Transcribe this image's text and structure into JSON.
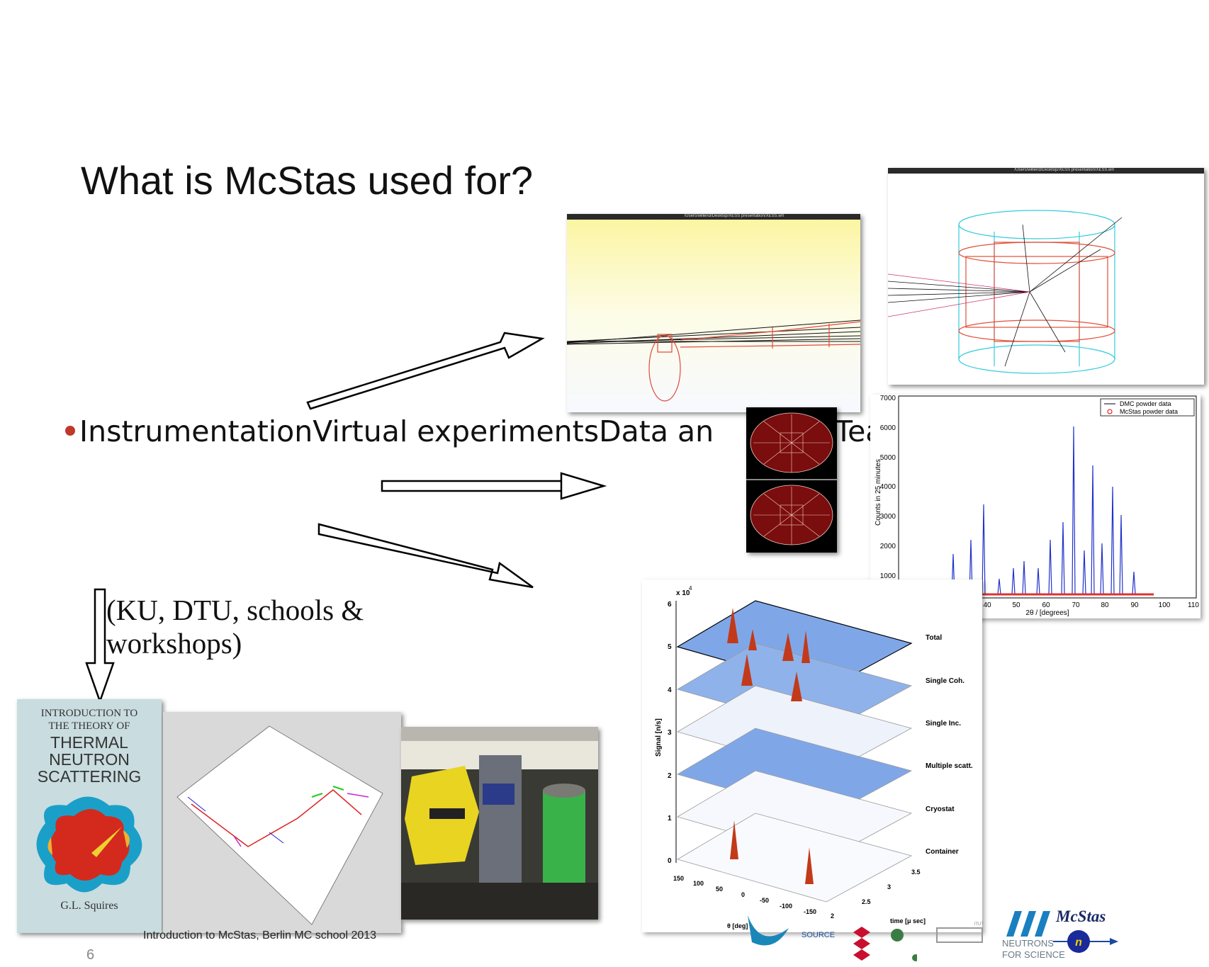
{
  "slide": {
    "title": "What is McStas used for?",
    "bullet": "InstrumentationVirtual experimentsData an",
    "bullet_tail": "Tea",
    "courses_line1": "(KU, DTU, schools &",
    "courses_line2": "workshops)",
    "footer": "Introduction to McStas, Berlin MC school 2013",
    "page_number": "6",
    "bullet_color": "#c0392b"
  },
  "window_titles": {
    "beamline": "/Users/willend/Desktop/XESS presentation/XESS.wrl",
    "cylinder": "/Users/willend/Desktop/XESS presentation/XESS.wrl"
  },
  "book": {
    "line1": "INTRODUCTION TO",
    "line2": "THE THEORY OF",
    "line3": "THERMAL",
    "line4": "NEUTRON",
    "line5": "SCATTERING",
    "author": "G.L. Squires"
  },
  "powder_plot": {
    "legend_1": "DMC powder data",
    "legend_2": "McStas powder data",
    "ylabel": "Counts in 25 minutes",
    "xlabel": "2θ / [degrees]",
    "yticks": [
      "7000",
      "6000",
      "5000",
      "4000",
      "3000",
      "2000",
      "1000"
    ],
    "xticks": [
      "40",
      "50",
      "60",
      "70",
      "80",
      "90",
      "100",
      "110"
    ]
  },
  "stack_plot": {
    "exponent": "x 10",
    "exp_power": "4",
    "ylabel": "Signal [n/s]",
    "yticks": [
      "6",
      "5",
      "4",
      "3",
      "2",
      "1",
      "0"
    ],
    "layers": [
      "Total",
      "Single Coh.",
      "Single Inc.",
      "Multiple scatt.",
      "Cryostat",
      "Container"
    ],
    "xticks": [
      "150",
      "100",
      "50",
      "0",
      "-50",
      "-100",
      "-150"
    ],
    "xlabel": "θ [deg]",
    "tticks": [
      "3.5",
      "3",
      "2.5",
      "2"
    ],
    "tlabel": "time [μ sec]"
  },
  "logos": {
    "ess_text": "SOURCE",
    "ill_text1": "NEUTRONS",
    "ill_text2": "FOR SCIENCE",
    "mcstas": "McStas",
    "mcstas_n": "n",
    "institut": "ITUT"
  }
}
